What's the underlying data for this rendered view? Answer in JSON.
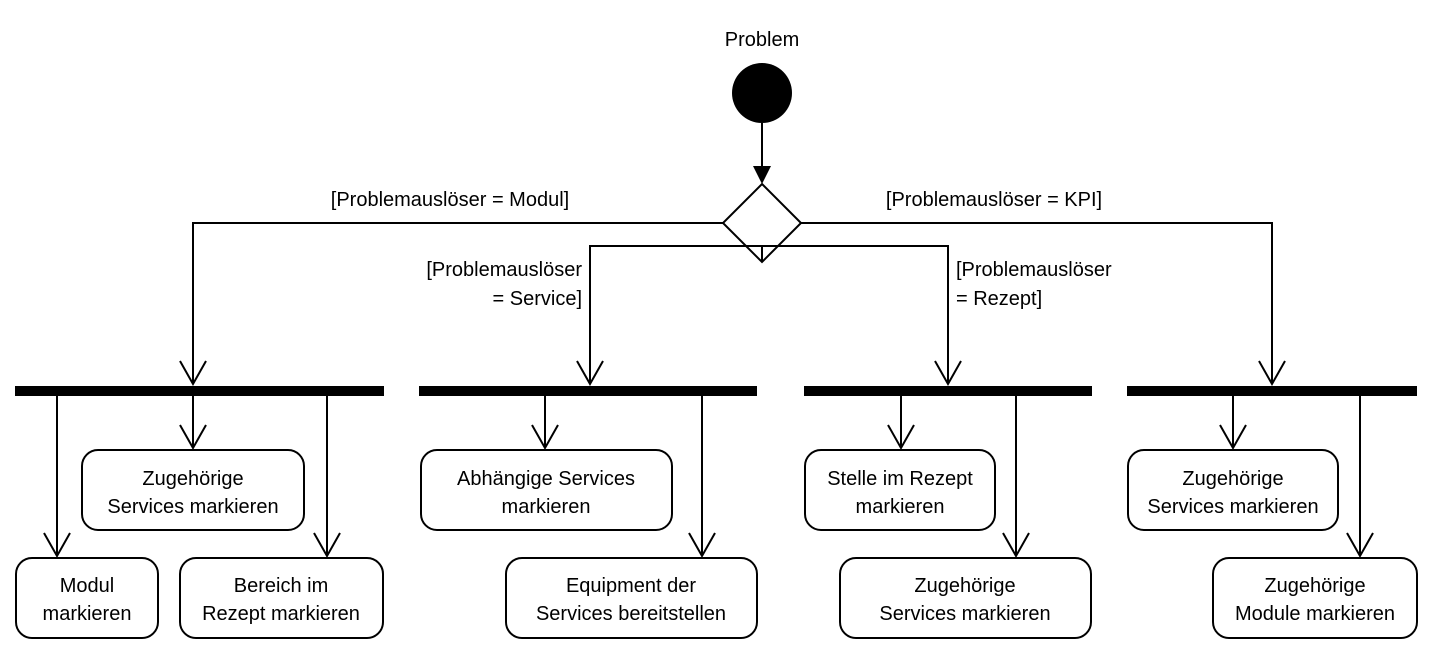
{
  "diagram": {
    "start_label": "Problem",
    "guards": {
      "modul": "[Problemauslöser = Modul]",
      "kpi": "[Problemauslöser = KPI]",
      "service": [
        "[Problemauslöser",
        "= Service]"
      ],
      "rezept": [
        "[Problemauslöser",
        "= Rezept]"
      ]
    },
    "actions": {
      "a1": [
        "Zugehörige",
        "Services markieren"
      ],
      "a2": [
        "Modul",
        "markieren"
      ],
      "a3": [
        "Bereich im",
        "Rezept markieren"
      ],
      "a4": [
        "Abhängige Services",
        "markieren"
      ],
      "a5": [
        "Equipment der",
        "Services bereitstellen"
      ],
      "a6": [
        "Stelle im Rezept",
        "markieren"
      ],
      "a7": [
        "Zugehörige",
        "Services markieren"
      ],
      "a8": [
        "Zugehörige",
        "Services markieren"
      ],
      "a9": [
        "Zugehörige",
        "Module markieren"
      ]
    }
  }
}
